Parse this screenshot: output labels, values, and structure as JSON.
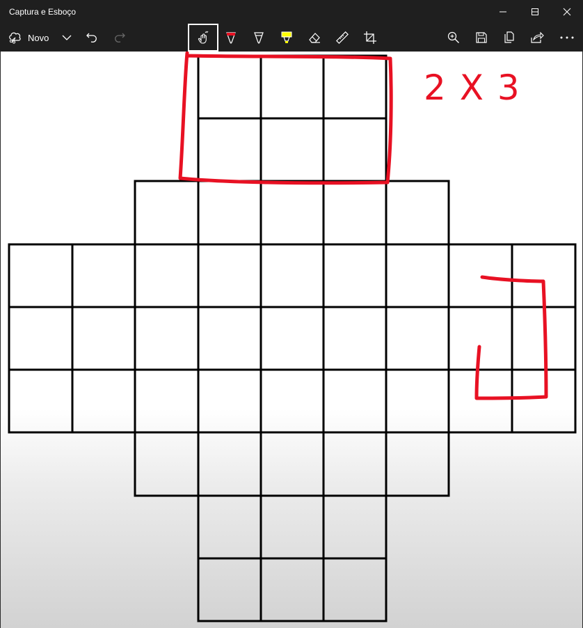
{
  "app": {
    "title": "Captura e Esboço"
  },
  "window_controls": [
    {
      "name": "minimize",
      "icon": "minimize-icon"
    },
    {
      "name": "maximize",
      "icon": "maximize-icon"
    },
    {
      "name": "close",
      "icon": "close-icon"
    }
  ],
  "toolbar": {
    "new_label": "Novo",
    "tools": [
      {
        "name": "touch-writing",
        "icon": "touch-writing-icon",
        "selected": true
      },
      {
        "name": "ballpoint-pen",
        "icon": "ballpoint-pen-icon",
        "color": "#e81123"
      },
      {
        "name": "pencil",
        "icon": "pencil-icon"
      },
      {
        "name": "highlighter",
        "icon": "highlighter-icon",
        "color": "#ffff00"
      },
      {
        "name": "eraser",
        "icon": "eraser-icon"
      },
      {
        "name": "ruler",
        "icon": "ruler-icon"
      },
      {
        "name": "crop",
        "icon": "crop-icon"
      }
    ],
    "right_actions": [
      "zoom-icon",
      "save-icon",
      "copy-icon",
      "share-icon",
      "more-icon"
    ]
  },
  "annotations": {
    "handwritten_text": "2 X 3",
    "ink_color": "#e81123"
  }
}
